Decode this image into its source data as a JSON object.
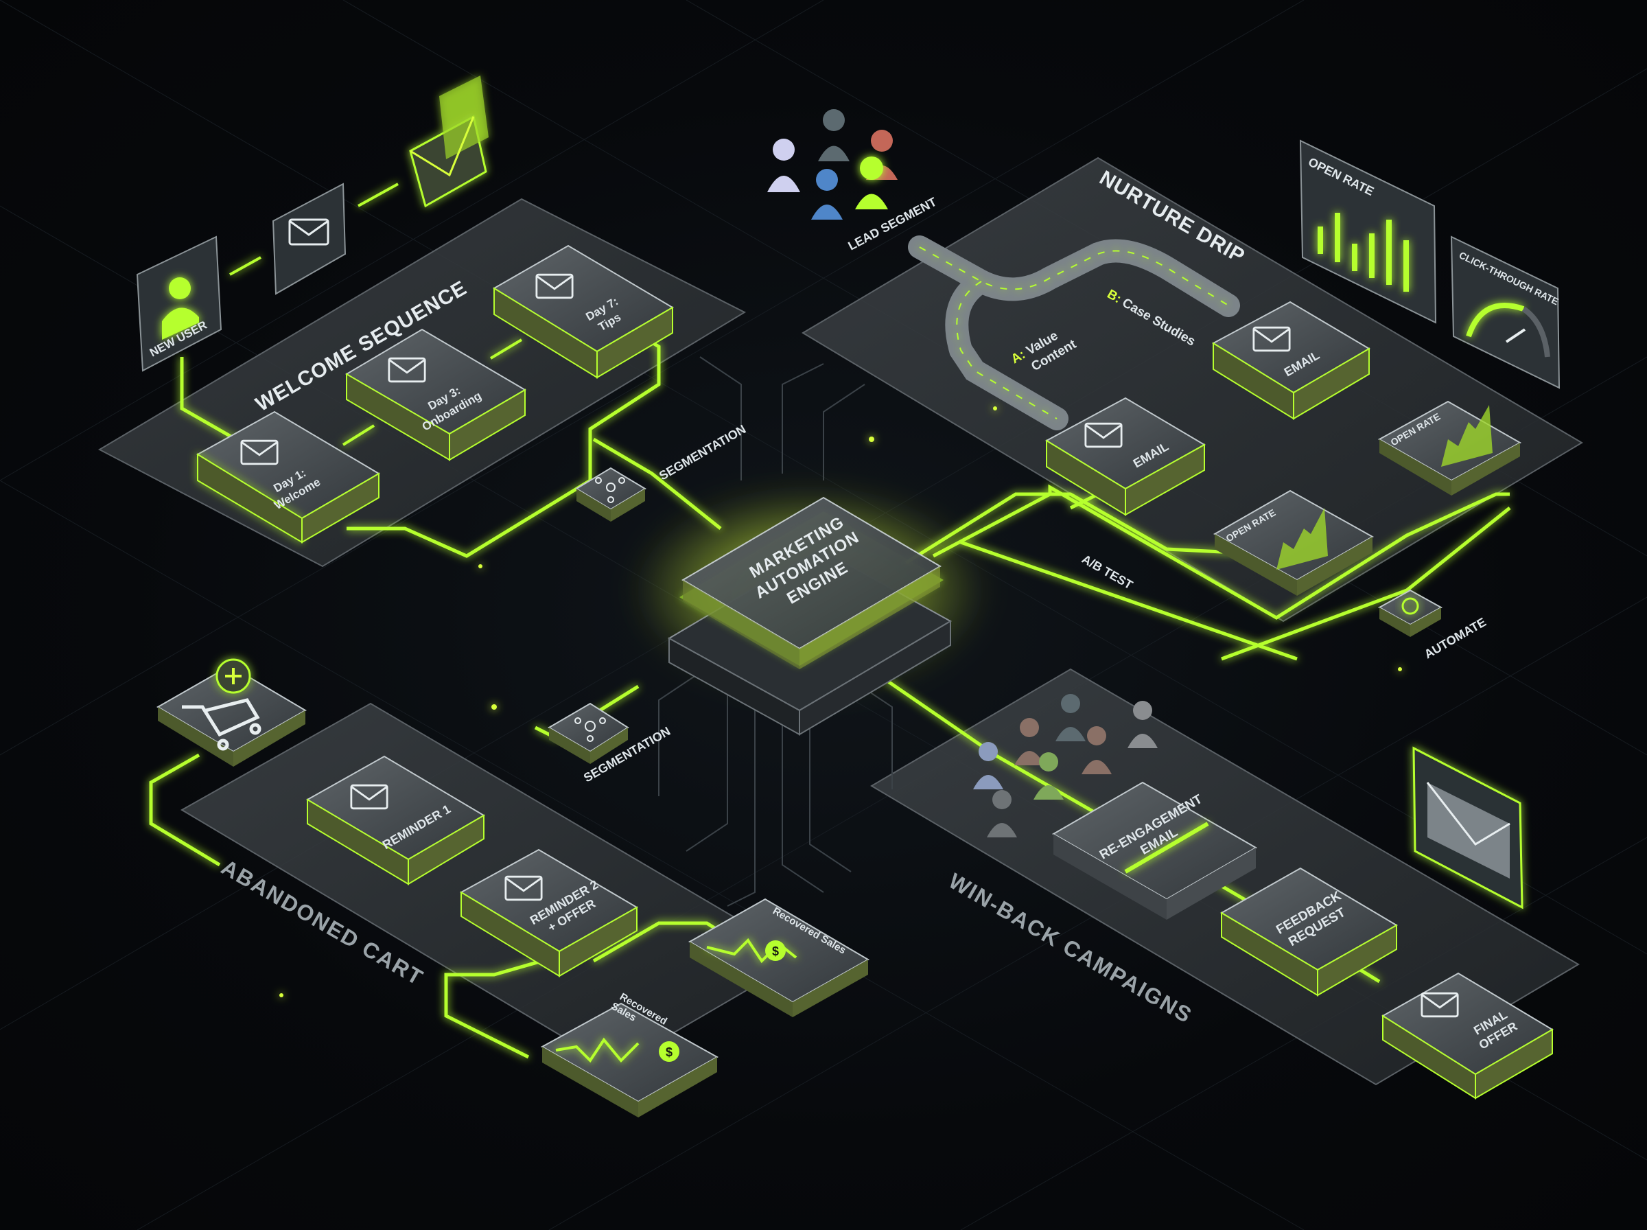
{
  "colors": {
    "accent": "#b6ff2e",
    "glow": "#d8ff3a",
    "panel": "#3a3f44",
    "bg": "#07090c"
  },
  "center": {
    "line1": "MARKETING",
    "line2": "AUTOMATION",
    "line3": "ENGINE"
  },
  "welcome": {
    "title": "WELCOME SEQUENCE",
    "new_user": "NEW USER",
    "day1_a": "Day 1:",
    "day1_b": "Welcome",
    "day3_a": "Day 3:",
    "day3_b": "Onboarding",
    "day7_a": "Day 7:",
    "day7_b": "Tips"
  },
  "nurture": {
    "title": "NURTURE DRIP",
    "lead_segment": "LEAD SEGMENT",
    "branch_a_key": "A:",
    "branch_a_l1": "Value",
    "branch_a_l2": "Content",
    "branch_b_key": "B:",
    "branch_b_label": "Case Studies",
    "email_1": "EMAIL",
    "email_2": "EMAIL",
    "open_rate_1": "OPEN RATE",
    "open_rate_2": "OPEN RATE",
    "ab_test": "A/B TEST",
    "automate": "AUTOMATE"
  },
  "metrics": {
    "open_rate": "OPEN RATE",
    "ctr": "CLICK-THROUGH RATE"
  },
  "segmentation": {
    "top": "SEGMENTATION",
    "bottom": "SEGMENTATION"
  },
  "cart": {
    "title": "ABANDONED CART",
    "reminder1": "REMINDER 1",
    "reminder2_a": "REMINDER 2",
    "reminder2_b": "+ OFFER",
    "recovered_1": "Recovered Sales",
    "recovered_2a": "Recovered",
    "recovered_2b": "Sales"
  },
  "winback": {
    "title": "WIN-BACK CAMPAIGNS",
    "reengage_a": "RE-ENGAGEMENT",
    "reengage_b": "EMAIL",
    "feedback_a": "FEEDBACK",
    "feedback_b": "REQUEST",
    "final_a": "FINAL",
    "final_b": "OFFER"
  }
}
